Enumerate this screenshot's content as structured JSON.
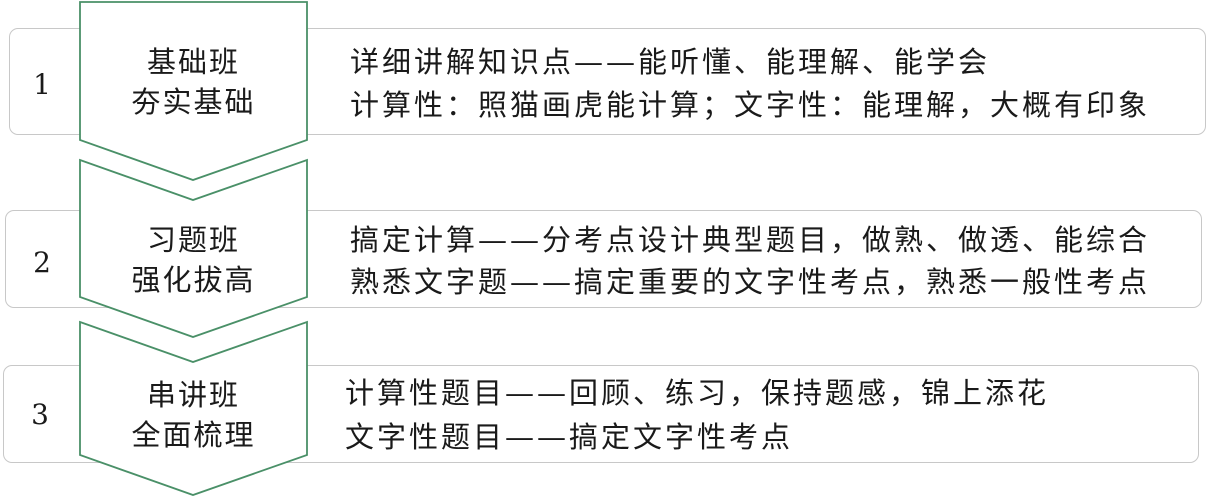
{
  "rows": [
    {
      "number": "1",
      "title": "基础班",
      "subtitle": "夯实基础",
      "lines": [
        "详细讲解知识点——能听懂、能理解、能学会",
        "计算性：照猫画虎能计算；文字性：能理解，大概有印象"
      ]
    },
    {
      "number": "2",
      "title": "习题班",
      "subtitle": "强化拔高",
      "lines": [
        "搞定计算——分考点设计典型题目，做熟、做透、能综合",
        "熟悉文字题——搞定重要的文字性考点，熟悉一般性考点"
      ]
    },
    {
      "number": "3",
      "title": "串讲班",
      "subtitle": "全面梳理",
      "lines": [
        "计算性题目——回顾、练习，保持题感，锦上添花",
        "文字性题目——搞定文字性考点"
      ]
    }
  ],
  "colors": {
    "accent": "#4a9068",
    "box_border": "#c8c8c8",
    "text": "#1a1a1a"
  }
}
